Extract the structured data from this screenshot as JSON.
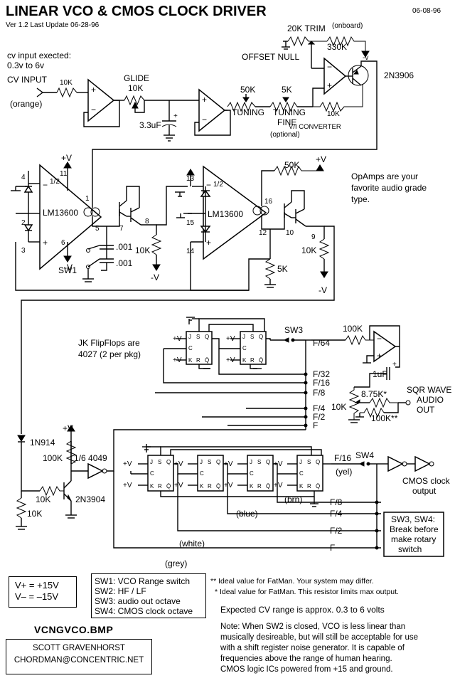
{
  "header": {
    "title": "LINEAR VCO & CMOS CLOCK DRIVER",
    "date": "06-08-96",
    "version": "Ver 1.2 Last Update 06-28-96"
  },
  "vco": {
    "cv_note_1": "cv input exected:",
    "cv_note_2": "0.3v to 6v",
    "cv_input": "CV INPUT",
    "cv_wire": "(orange)",
    "r_in": "10K",
    "glide": "GLIDE",
    "glide_pot": "10K",
    "glide_cap": "3.3uF",
    "trim": "20K TRIM",
    "onboard": "(onboard)",
    "trim_r": "330K",
    "neg_v": "-v",
    "offset_null": "OFFSET NULL",
    "tuning_pot": "50K",
    "tuning": "TUNING",
    "fine_pot": "5K",
    "fine_1": "TUNING",
    "fine_2": "FINE",
    "optional": "(optional)",
    "fb_r": "10K",
    "vi_converter": "V/I CONVERTER",
    "pnp": "2N3906",
    "opamp_note_1": "OpAmps are your",
    "opamp_note_2": "favorite audio grade",
    "opamp_note_3": "type.",
    "plus_v": "+V",
    "minus_v": "-V",
    "ota": "LM13600",
    "half": "1/2",
    "pins": [
      "4",
      "2",
      "3",
      "11",
      "1",
      "5",
      "7",
      "8",
      "6",
      "13",
      "15",
      "14",
      "16",
      "12",
      "10",
      "9"
    ],
    "cap1": ".001",
    "cap2": ".001",
    "sw1": "SW1",
    "r8": "10K",
    "r16": "50K",
    "r12": "5K",
    "r9": "10K"
  },
  "divider": {
    "jk_note_1": "JK FlipFlops are",
    "jk_note_2": "4027 (2 per pkg)",
    "ff_pins": [
      "J",
      "S",
      "Q",
      "C",
      "K",
      "R",
      "Q̄"
    ],
    "sw3": "SW3",
    "f64": "F/64",
    "r_audio": "100K",
    "c_audio": "1uF",
    "r_875": "8.75K*",
    "r_100k": "100K**",
    "pot_10k": "10K",
    "sqr_1": "SQR WAVE",
    "sqr_2": "AUDIO",
    "sqr_3": "OUT",
    "audio_taps": [
      "F/32",
      "F/16",
      "F/8",
      "F/4",
      "F/2",
      "F"
    ],
    "diode": "1N914",
    "r_100k_b": "100K",
    "inverter": "1/6 4049",
    "r_10k_a": "10K",
    "r_10k_b": "10K",
    "npn": "2N3904",
    "f16": "F/16",
    "sw4": "SW4",
    "yel": "(yel)",
    "cmos_1": "CMOS clock",
    "cmos_2": "output",
    "clock_taps": [
      "F/8",
      "F/4",
      "F/2",
      "F"
    ],
    "blue": "(blue)",
    "brn": "(brn)",
    "white": "(white)",
    "grey": "(grey)",
    "break_1": "SW3, SW4:",
    "break_2": "Break before",
    "break_3": "make rotary",
    "break_4": "switch"
  },
  "legend": {
    "supply_1": "V+  =  +15V",
    "supply_2": "V–  =  –15V",
    "sw_1": "SW1: VCO Range switch",
    "sw_2": "SW2: HF / LF",
    "sw_3": "SW3:  audio out octave",
    "sw_4": "SW4:  CMOS clock octave",
    "footnote_1": "** Ideal value for FatMan.  Your system may differ.",
    "footnote_2": "* Ideal value for FatMan.  This resistor limits max output.",
    "range": "Expected CV range is approx. 0.3 to 6 volts",
    "filename": "VCNGVCO.BMP",
    "author": "SCOTT GRAVENHORST",
    "email": "CHORDMAN@CONCENTRIC.NET",
    "note_1": "Note: When SW2 is closed, VCO is less linear than",
    "note_2": "musically desireable, but will still be acceptable for use",
    "note_3": "with a shift register noise generator.  It is capable of",
    "note_4": "frequencies above the range of human hearing.",
    "note_5": "CMOS logic ICs powered from +15 and ground."
  }
}
